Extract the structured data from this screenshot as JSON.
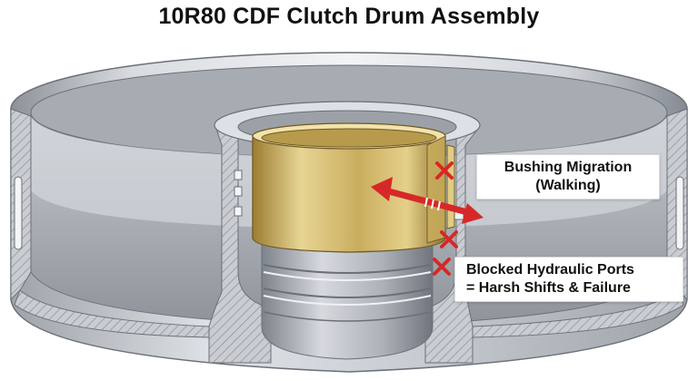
{
  "title": "10R80 CDF Clutch Drum Assembly",
  "callouts": {
    "migration": {
      "line1": "Bushing Migration",
      "line2": "(Walking)"
    },
    "ports": {
      "line1": "Blocked Hydraulic Ports",
      "line2": "= Harsh Shifts & Failure"
    }
  },
  "colors": {
    "steel_light": "#e6e8eb",
    "steel_mid": "#b9bdc3",
    "steel_dark": "#7b8088",
    "bronze_light": "#e9d79a",
    "bronze_dark": "#a88a3c",
    "accent_red": "#d62828"
  },
  "icons": [
    "migration-arrow-icon",
    "failure-cross-icon"
  ]
}
